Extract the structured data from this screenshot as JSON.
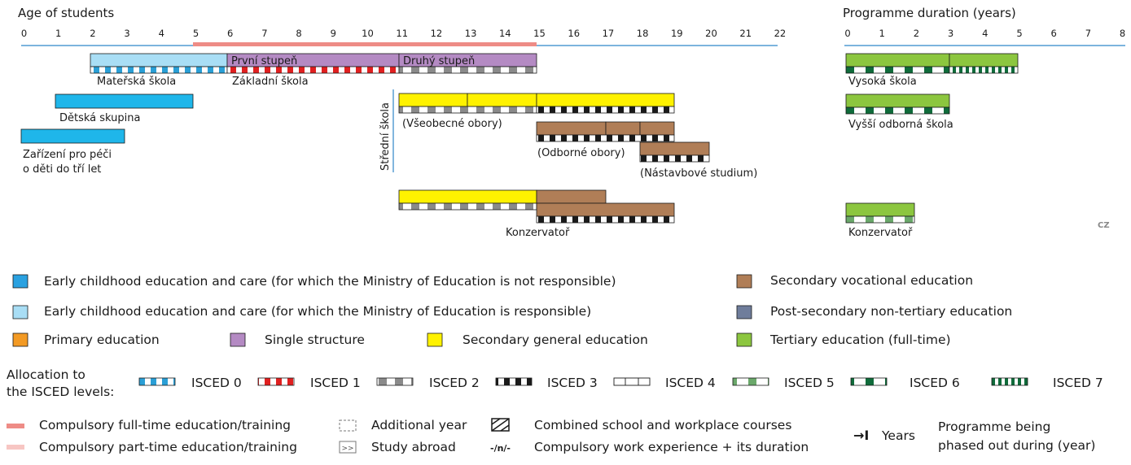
{
  "header": {
    "age_title": "Age of students",
    "duration_title": "Programme duration (years)",
    "age_ticks": [
      "0",
      "1",
      "2",
      "3",
      "4",
      "5",
      "6",
      "7",
      "8",
      "9",
      "10",
      "11",
      "12",
      "13",
      "14",
      "15",
      "16",
      "17",
      "18",
      "19",
      "20",
      "21",
      "22"
    ],
    "duration_ticks": [
      "0",
      "1",
      "2",
      "3",
      "4",
      "5",
      "6",
      "7",
      "8"
    ]
  },
  "colors": {
    "ecec_not": "#1fb6ea",
    "ecec_resp": "#a9def5",
    "primary": "#f39a24",
    "single": "#b48ac3",
    "sec_general": "#fff200",
    "sec_vocational": "#b07e57",
    "post_secondary": "#6f7d9b",
    "tertiary": "#8cc63f",
    "compulsory_full": "#ee8c86",
    "compulsory_part": "#f7c6c3",
    "axis": "#2e86c9"
  },
  "programmes": {
    "materska": "Mateřská škola",
    "prvni": "První stupeň",
    "druhy": "Druhý stupeň",
    "zakladni": "Základní škola",
    "detska": "Dětská skupina",
    "zarizeni_1": "Zařízení pro péči",
    "zarizeni_2": "o děti do tří let",
    "stredni": "Střední škola",
    "vseobecne": "(Všeobecné obory)",
    "odborne": "(Odborné obory)",
    "nastavbove": "(Nástavbové studium)",
    "konzervator_left": "Konzervatoř",
    "vysoka": "Vysoká škola",
    "vyssi": "Vyšší odborná škola",
    "konzervator_right": "Konzervatoř",
    "country": "CZ"
  },
  "legend": {
    "ecec_not": "Early childhood education and care (for which the Ministry of Education is not responsible)",
    "ecec_resp": "Early childhood education and care (for which the Ministry of Education is responsible)",
    "primary": "Primary education",
    "single": "Single structure",
    "sec_general": "Secondary general education",
    "sec_vocational": "Secondary vocational education",
    "post_secondary": "Post-secondary non-tertiary education",
    "tertiary": "Tertiary education (full-time)",
    "alloc_1": "Allocation to",
    "alloc_2": "the ISCED levels:",
    "isced": [
      "ISCED 0",
      "ISCED 1",
      "ISCED 2",
      "ISCED 3",
      "ISCED 4",
      "ISCED 5",
      "ISCED 6",
      "ISCED 7"
    ],
    "compulsory_full": "Compulsory full-time education/training",
    "compulsory_part": "Compulsory part-time education/training",
    "additional_year": "Additional year",
    "study_abroad": "Study abroad",
    "study_abroad_symbol": ">>",
    "combined": "Combined school and workplace courses",
    "work_experience_symbol": "-/n/-",
    "work_experience": "Compulsory work experience + its duration",
    "years_arrow": "→I",
    "years": "Years",
    "phased_1": "Programme being",
    "phased_2": "phased out during (year)"
  }
}
